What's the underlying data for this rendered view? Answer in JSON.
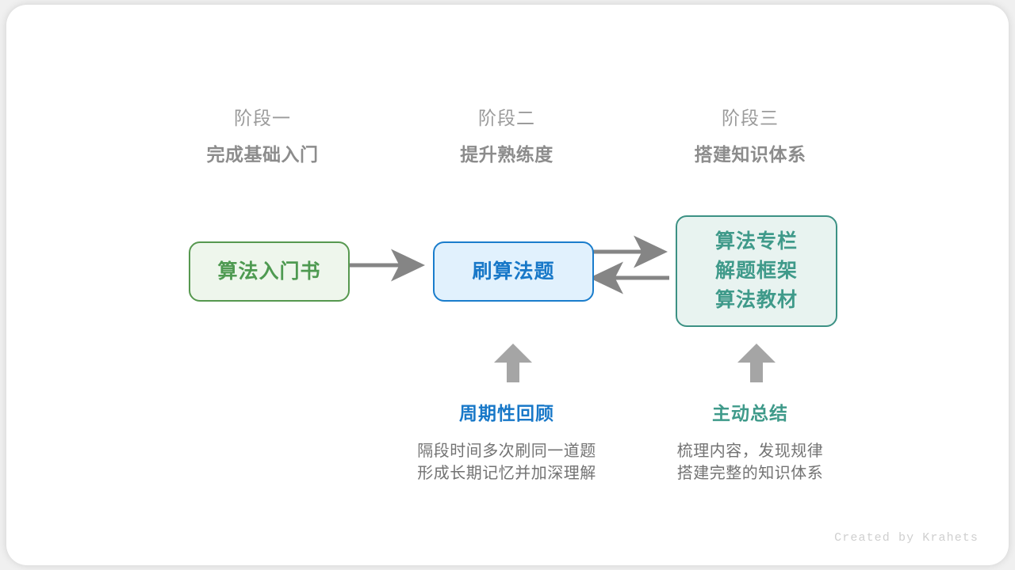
{
  "canvas": {
    "background": "#f0f0f0",
    "card_background": "#ffffff"
  },
  "palette": {
    "green": "#4e9a51",
    "green_border": "#56984f",
    "green_fill": "#eef6ec",
    "blue": "#1878c8",
    "blue_border": "#1a7dcc",
    "blue_fill": "#e1f1fd",
    "teal": "#3f9a8a",
    "teal_border": "#3c9184",
    "teal_fill": "#e8f3f0",
    "arrow_gray": "#858585",
    "heading_gray": "#8c8c8c",
    "muted_gray": "#9b9b9b",
    "body_gray": "#737373",
    "footer_gray": "#cfcfcf"
  },
  "stages": [
    {
      "sub": "阶段一",
      "title": "完成基础入门"
    },
    {
      "sub": "阶段二",
      "title": "提升熟练度"
    },
    {
      "sub": "阶段三",
      "title": "搭建知识体系"
    }
  ],
  "nodes": [
    {
      "id": "book",
      "lines": [
        "算法入门书"
      ]
    },
    {
      "id": "practice",
      "lines": [
        "刷算法题"
      ]
    },
    {
      "id": "resources",
      "lines": [
        "算法专栏",
        "解题框架",
        "算法教材"
      ]
    }
  ],
  "connectors": [
    {
      "name": "book-to-practice",
      "direction": "right"
    },
    {
      "name": "practice-to-resources",
      "direction": "right"
    },
    {
      "name": "resources-to-practice",
      "direction": "left"
    },
    {
      "name": "review-up-arrow",
      "direction": "up"
    },
    {
      "name": "summary-up-arrow",
      "direction": "up"
    }
  ],
  "notes": [
    {
      "id": "review",
      "title": "周期性回顾",
      "accent": "blue",
      "desc_lines": [
        "隔段时间多次刷同一道题",
        "形成长期记忆并加深理解"
      ]
    },
    {
      "id": "summary",
      "title": "主动总结",
      "accent": "teal",
      "desc_lines": [
        "梳理内容，发现规律",
        "搭建完整的知识体系"
      ]
    }
  ],
  "footer": {
    "credit": "Created by Krahets"
  }
}
